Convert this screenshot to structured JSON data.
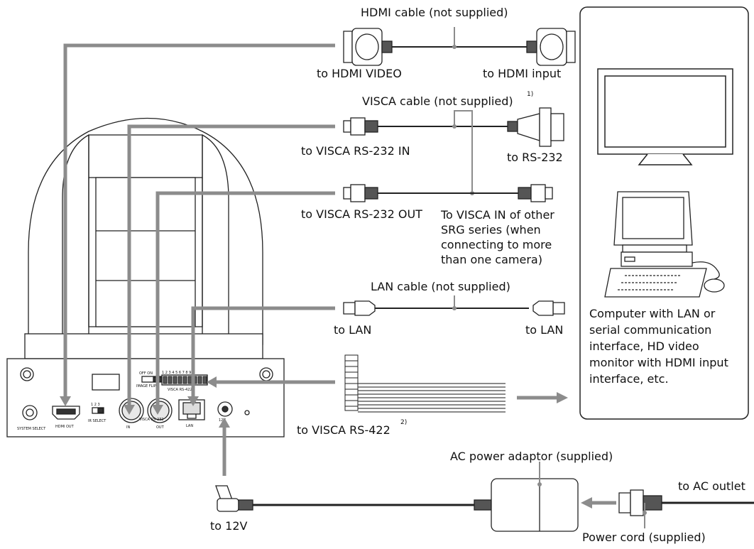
{
  "cables": {
    "hdmi_cable": "HDMI cable (not supplied)",
    "visca_cable": "VISCA cable (not supplied)",
    "visca_note": "1)",
    "lan_cable": "LAN cable (not supplied)",
    "ac_adaptor": "AC power adaptor (supplied)",
    "power_cord": "Power cord (supplied)"
  },
  "connections": {
    "to_hdmi_video": "to HDMI VIDEO",
    "to_hdmi_input": "to HDMI input",
    "to_visca_rs232_in": "to VISCA RS-232 IN",
    "to_rs232": "to RS-232",
    "to_visca_rs232_out": "to VISCA RS-232 OUT",
    "to_visca_in_other": "To VISCA IN of other SRG series (when connecting to more than one camera)",
    "to_lan_left": "to LAN",
    "to_lan_right": "to LAN",
    "to_visca_rs422": "to VISCA RS-422",
    "rs422_note": "2)",
    "to_12v": "to 12V",
    "to_ac_outlet": "to AC outlet"
  },
  "devices": {
    "equipment_description": "Computer with LAN or serial communication interface, HD video monitor with HDMI input interface, etc."
  },
  "panel_labels": {
    "system_select": "SYSTEM SELECT",
    "hdmi_out": "HDMI OUT",
    "ir_select": "IR SELECT",
    "ir_select_nums": "1 2 3",
    "visca_rs232": "VISCA RS-232",
    "in": "IN",
    "out": "OUT",
    "lan": "LAN",
    "v12": "12V",
    "off_on": "OFF ON",
    "image_flip": "IMAGE FLIP",
    "visca_rs422": "VISCA RS-422",
    "rs422_pins": "1 2 3 4 5 6 7 8 9"
  },
  "colors": {
    "line": "#8c8c8c",
    "stroke": "#222222",
    "camera_fill": "#ffffff"
  }
}
